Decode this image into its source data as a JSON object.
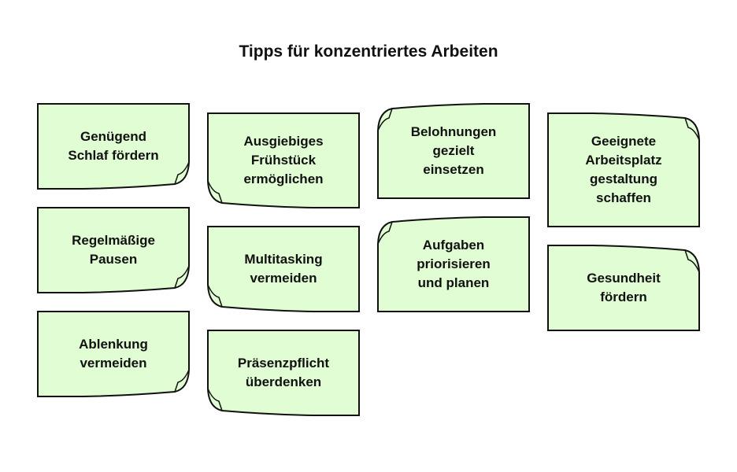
{
  "title": "Tipps für konzentriertes Arbeiten",
  "colors": {
    "note_fill": "#e1fdd3",
    "note_stroke": "#111111"
  },
  "notes": [
    {
      "label": "Genügend\nSchlaf fördern",
      "curl": "br"
    },
    {
      "label": "Regelmäßige\nPausen",
      "curl": "br"
    },
    {
      "label": "Ablenkung\nvermeiden",
      "curl": "br"
    },
    {
      "label": "Ausgiebiges\nFrühstück\nermöglichen",
      "curl": "bl"
    },
    {
      "label": "Multitasking\nvermeiden",
      "curl": "bl"
    },
    {
      "label": "Präsenzpflicht\nüberdenken",
      "curl": "bl"
    },
    {
      "label": "Belohnungen\ngezielt\neinsetzen",
      "curl": "tl"
    },
    {
      "label": "Aufgaben\npriorisieren\nund planen",
      "curl": "tl"
    },
    {
      "label": "Geeignete\nArbeitsplatz\ngestaltung\nschaffen",
      "curl": "tr"
    },
    {
      "label": "Gesundheit\nfördern",
      "curl": "tr"
    }
  ]
}
